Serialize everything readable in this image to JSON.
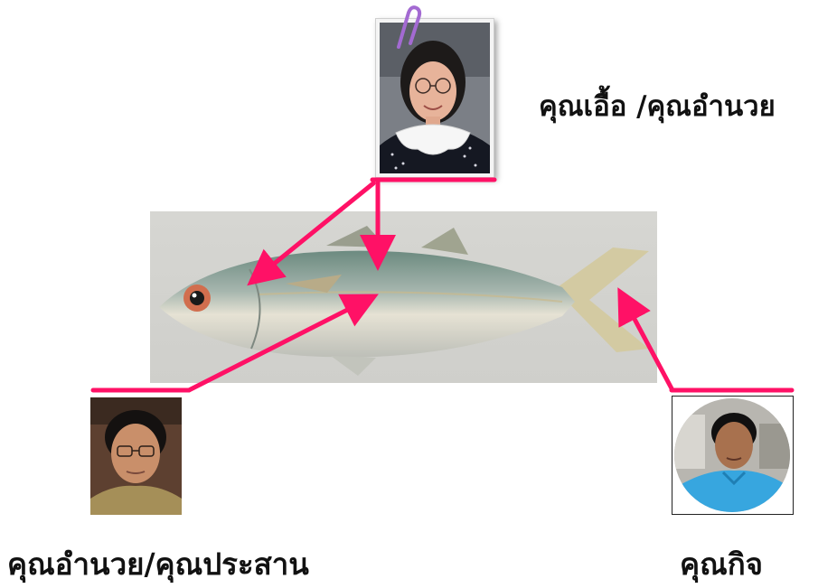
{
  "labels": {
    "top_role": "คุณเอื้อ /คุณอำนวย",
    "left_role": "คุณอำนวย/คุณประสาน",
    "right_role": "คุณกิจ"
  },
  "colors": {
    "connector": "#ff1166",
    "background": "#ffffff",
    "text": "#111111"
  },
  "icons": {
    "paperclip": "paperclip-icon"
  }
}
